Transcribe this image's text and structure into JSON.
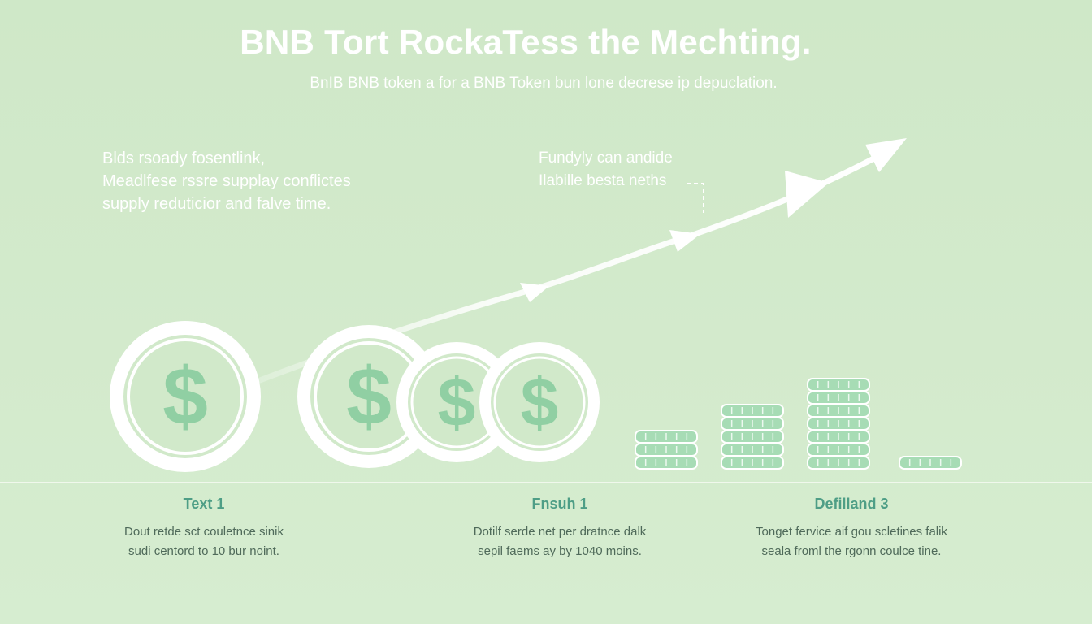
{
  "header": {
    "title": "BNB Tort RockaTess the Mechting.",
    "subtitle": "BnIB BNB token a for a BNB Token bun lone decrese ip depuclation."
  },
  "notes": {
    "left": [
      "Blds rsoady fosentlink,",
      "Meadlfese rssre supplay conflictes",
      "supply reduticior and falve time."
    ],
    "right": [
      "Fundyly can andide",
      "Ilabille besta neths"
    ]
  },
  "coins": {
    "symbol": "$",
    "count": 4
  },
  "stacks": {
    "counts": [
      3,
      5,
      7,
      1
    ]
  },
  "columns": [
    {
      "title": "Text 1",
      "lines": [
        "Dout retde sct couletnce sinik",
        "sudi centord to 10 bur noint."
      ]
    },
    {
      "title": "Fnsuh 1",
      "lines": [
        "Dotilf serde net per dratnce dalk",
        "sepil faems ay by 1040 moins."
      ]
    },
    {
      "title": "Defilland 3",
      "lines": [
        "Tonget fervice aif gou scletines falik",
        "seala froml the rgonn coulce tine."
      ]
    }
  ],
  "colors": {
    "background": "#d1e9ca",
    "coin_green": "#90cfa3",
    "stack_green": "#a7dcb5",
    "white": "#ffffff",
    "heading_teal": "#4e9e86"
  }
}
